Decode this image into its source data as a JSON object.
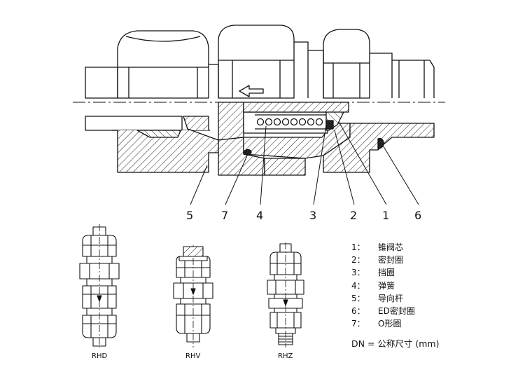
{
  "callouts": [
    "5",
    "7",
    "4",
    "3",
    "2",
    "1",
    "6"
  ],
  "variants": [
    "RHD",
    "RHV",
    "RHZ"
  ],
  "legend": [
    {
      "num": "1：",
      "text": "锥阀芯"
    },
    {
      "num": "2：",
      "text": "密封圈"
    },
    {
      "num": "3：",
      "text": "挡圈"
    },
    {
      "num": "4：",
      "text": "弹簧"
    },
    {
      "num": "5：",
      "text": "导向杆"
    },
    {
      "num": "6：",
      "text": "ED密封圈"
    },
    {
      "num": "7：",
      "text": "O形圈"
    }
  ],
  "dn_note": "DN = 公称尺寸 (mm)",
  "colors": {
    "line": "#111111",
    "background": "#ffffff"
  },
  "icons": [
    "flow-direction-arrow-icon"
  ]
}
